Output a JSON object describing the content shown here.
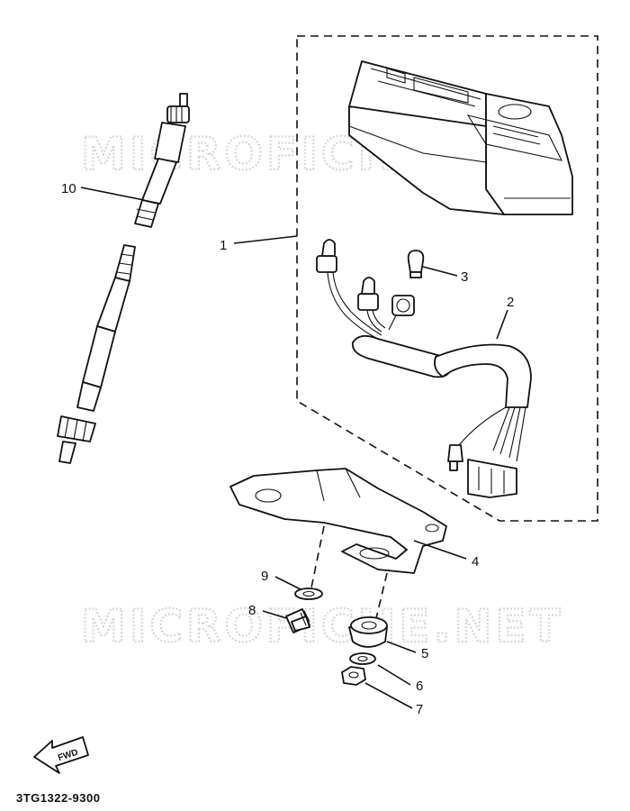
{
  "watermark": {
    "top": "MICROFICHE.NET",
    "bottom": "MICROFICHE.NET"
  },
  "callouts": [
    "1",
    "2",
    "3",
    "4",
    "5",
    "6",
    "7",
    "8",
    "9",
    "10"
  ],
  "fwd_label": "FWD",
  "diagram_code": "3TG1322-9300",
  "colors": {
    "line": "#111111",
    "watermark": "#d6d6d6",
    "background": "#ffffff"
  }
}
